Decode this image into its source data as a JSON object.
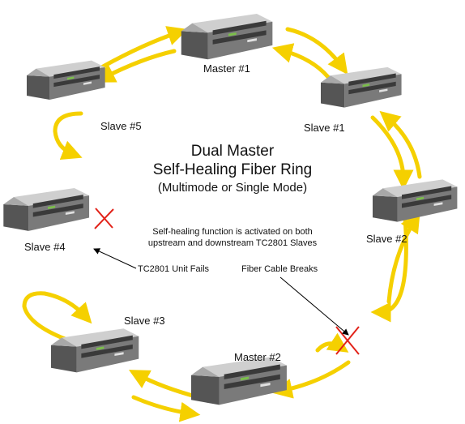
{
  "title": {
    "line1": "Dual Master",
    "line2": "Self-Healing Fiber Ring",
    "line3": "(Multimode or Single Mode)"
  },
  "nodes": {
    "master1": "Master #1",
    "master2": "Master #2",
    "slave1": "Slave #1",
    "slave2": "Slave #2",
    "slave3": "Slave #3",
    "slave4": "Slave #4",
    "slave5": "Slave #5"
  },
  "note": {
    "line1": "Self-healing function is activated on both",
    "line2": "upstream and downstream TC2801 Slaves"
  },
  "callouts": {
    "unit_fails": "TC2801 Unit Fails",
    "cable_breaks": "Fiber Cable Breaks"
  },
  "colors": {
    "arrow": "#f5d000",
    "failure_mark": "#e2231a",
    "device_body": "#6e6e6e"
  },
  "icons": [
    "tc2801-device-icon",
    "failure-x-icon",
    "ring-arrow"
  ]
}
